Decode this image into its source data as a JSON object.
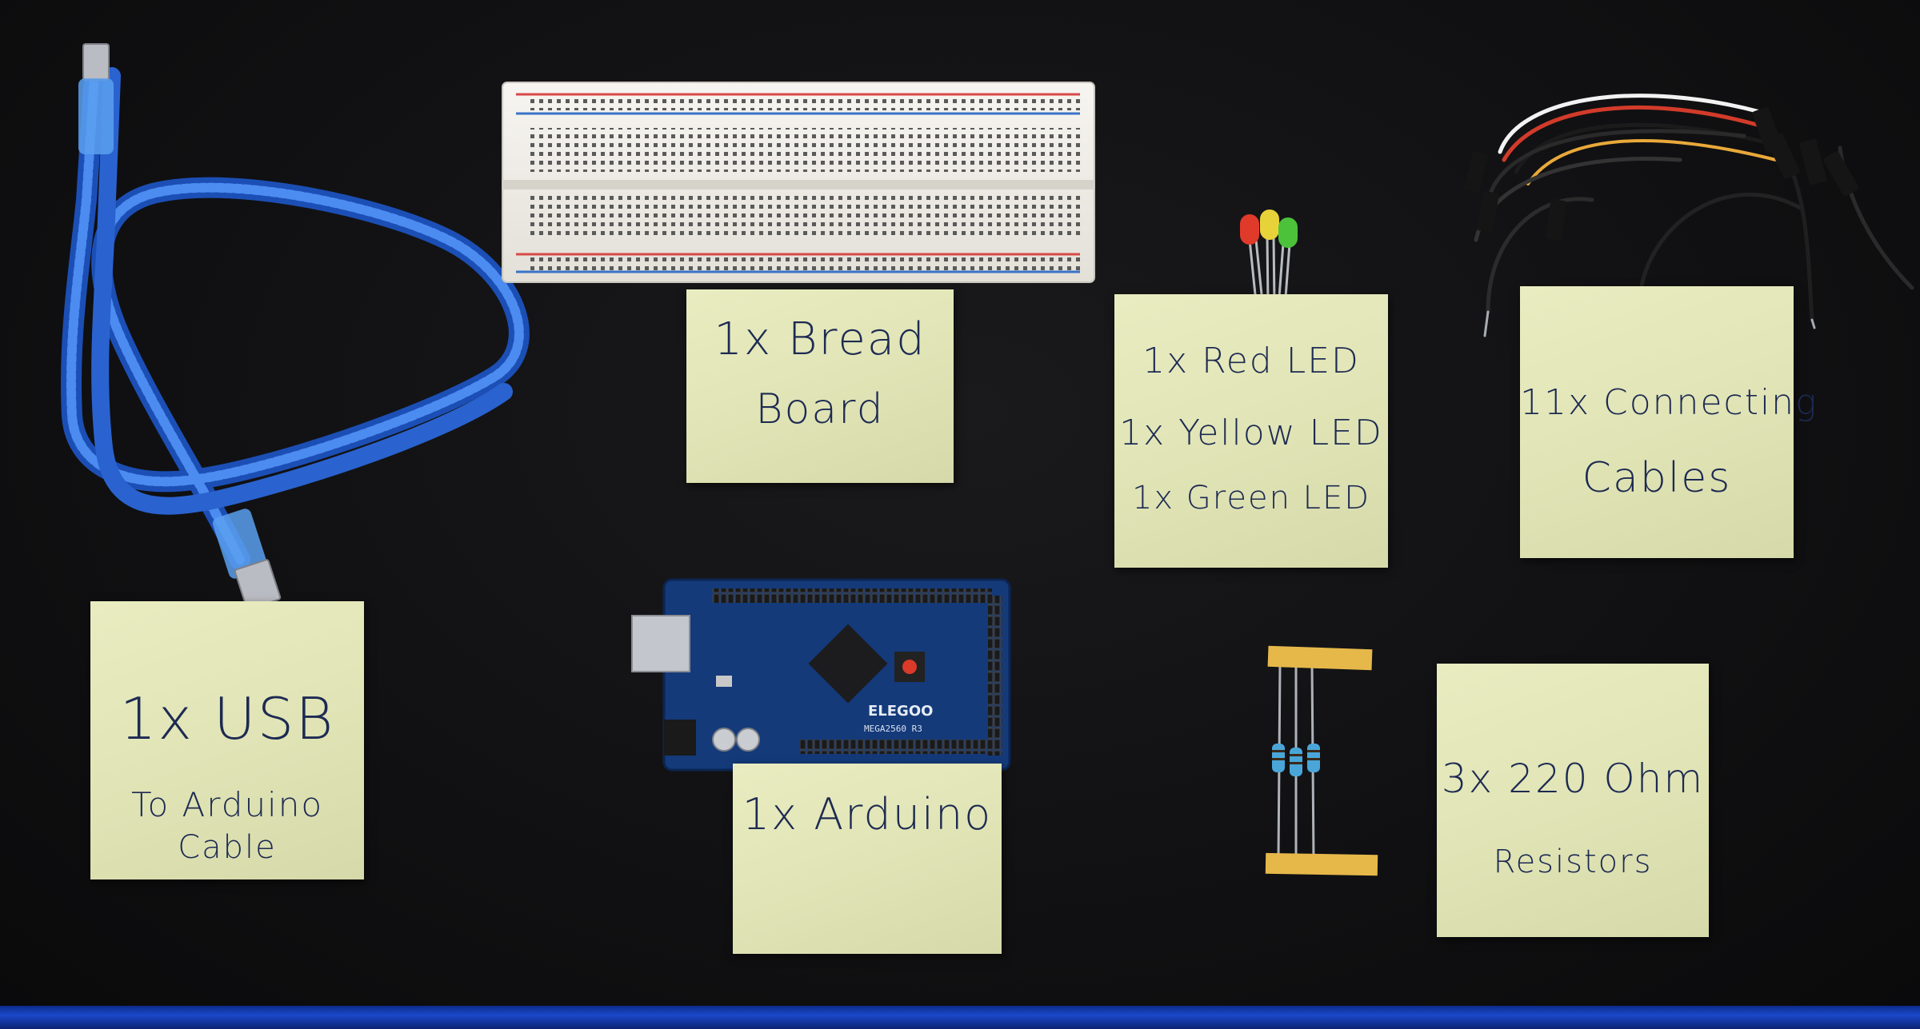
{
  "notes": {
    "breadboard": {
      "line1": "1x Bread",
      "line2": "Board"
    },
    "leds": {
      "line1": "1x Red LED",
      "line2": "1x Yellow LED",
      "line3": "1x Green LED"
    },
    "cables": {
      "line1": "11x Connecting",
      "line2": "Cables"
    },
    "usb": {
      "line1": "1x USB",
      "line2": "To Arduino",
      "line3": "Cable"
    },
    "arduino": {
      "line1": "1x Arduino"
    },
    "resistors": {
      "line1": "3x 220 Ohm",
      "line2": "Resistors"
    }
  },
  "board": {
    "brand": "ELEGOO",
    "model": "MEGA2560 R3"
  },
  "colors": {
    "background": "#111113",
    "mat_edge": "#1a48c8",
    "sticky_note": "#e2e5b7",
    "ink": "#1d2a52",
    "usb_cable": "#2f6fd8",
    "board_pcb": "#143a7a",
    "breadboard": "#f1efe9",
    "led_red": "#e03a2a",
    "led_yellow": "#e8d23a",
    "led_green": "#4cc23a",
    "tape": "#e6b84a"
  }
}
